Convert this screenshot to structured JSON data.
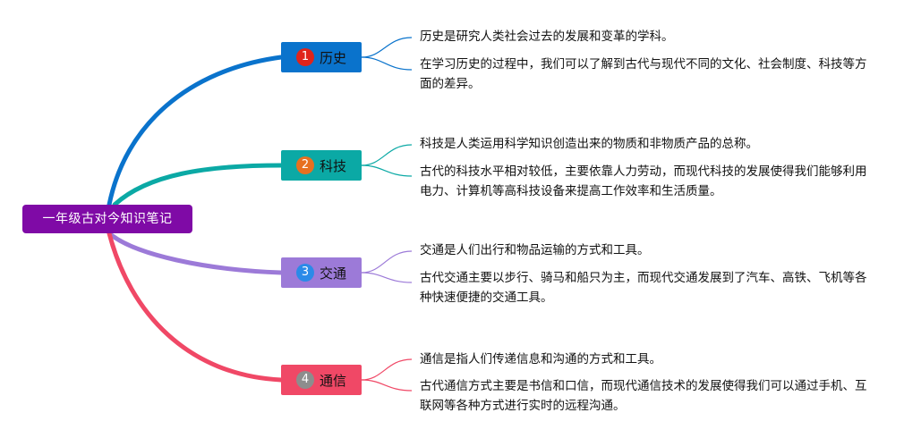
{
  "root": {
    "label": "一年级古对今知识笔记",
    "color": "#7f0aa6"
  },
  "branches": [
    {
      "number": "1",
      "label": "历史",
      "color": "#0a73cc",
      "badge_color": "#e0241b",
      "notes": [
        "历史是研究人类社会过去的发展和变革的学科。",
        "在学习历史的过程中，我们可以了解到古代与现代不同的文化、社会制度、科技等方面的差异。"
      ]
    },
    {
      "number": "2",
      "label": "科技",
      "color": "#0ba9a5",
      "badge_color": "#e7701f",
      "notes": [
        "科技是人类运用科学知识创造出来的物质和非物质产品的总称。",
        "古代的科技水平相对较低，主要依靠人力劳动，而现代科技的发展使得我们能够利用电力、计算机等高科技设备来提高工作效率和生活质量。"
      ]
    },
    {
      "number": "3",
      "label": "交通",
      "color": "#9c7ad8",
      "badge_color": "#2b8ae8",
      "notes": [
        "交通是人们出行和物品运输的方式和工具。",
        "古代交通主要以步行、骑马和船只为主，而现代交通发展到了汽车、高铁、飞机等各种快速便捷的交通工具。"
      ]
    },
    {
      "number": "4",
      "label": "通信",
      "color": "#f04866",
      "badge_color": "#8d8d8d",
      "notes": [
        "通信是指人们传递信息和沟通的方式和工具。",
        "古代通信方式主要是书信和口信，而现代通信技术的发展使得我们可以通过手机、互联网等各种方式进行实时的远程沟通。"
      ]
    }
  ]
}
